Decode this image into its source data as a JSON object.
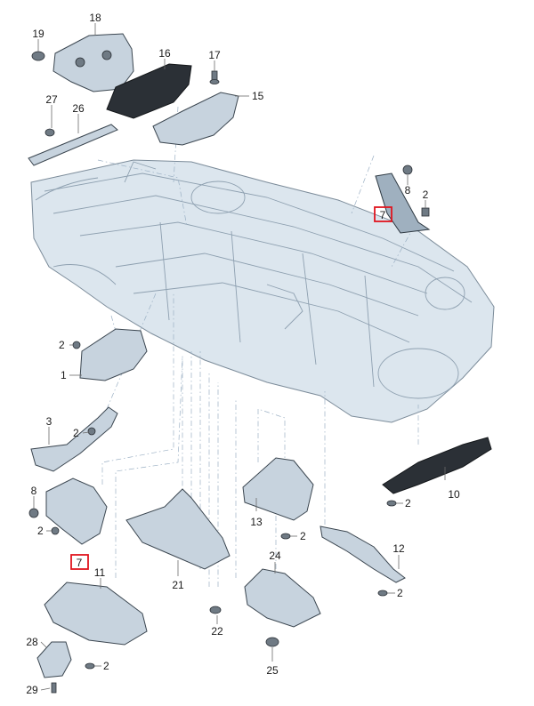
{
  "callouts": {
    "c1": "1",
    "c2a": "2",
    "c2b": "2",
    "c2c": "2",
    "c2d": "2",
    "c2e": "2",
    "c2f": "2",
    "c2g": "2",
    "c2h": "2",
    "c3": "3",
    "c7a": "7",
    "c7b": "7",
    "c8a": "8",
    "c8b": "8",
    "c10": "10",
    "c11": "11",
    "c12": "12",
    "c13": "13",
    "c15": "15",
    "c16": "16",
    "c17": "17",
    "c18": "18",
    "c19": "19",
    "c21": "21",
    "c22": "22",
    "c24": "24",
    "c25": "25",
    "c26": "26",
    "c27": "27",
    "c28": "28",
    "c29": "29"
  },
  "highlighted_callouts": [
    "7"
  ],
  "colors": {
    "highlight": "#e0141e",
    "body": "#dce6ee",
    "part": "#c7d3de",
    "guide": "#9bb0c4"
  }
}
